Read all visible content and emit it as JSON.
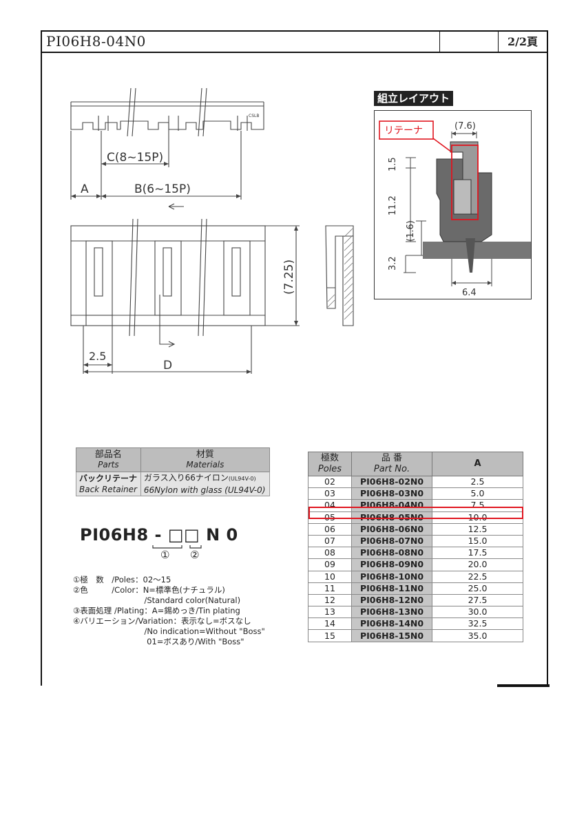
{
  "header": {
    "title": "PI06H8-04N0",
    "page": "2/2頁"
  },
  "drawing": {
    "dims": {
      "c_label": "C(8~15P)",
      "a_label": "A",
      "b_label": "B(6~15P)",
      "h_label": "(7.25)",
      "pitch_label": "2.5",
      "d_label": "D",
      "marking": "CSLB"
    }
  },
  "assembly": {
    "title": "組立レイアウト",
    "retainer_label": "リテーナ",
    "dims": {
      "top": "(7.6)",
      "v1": "1.5",
      "v2": "11.2",
      "v3": "(1.6)",
      "v4": "3.2",
      "bottom": "6.4"
    }
  },
  "parts_table": {
    "headers": [
      {
        "jp": "部品名",
        "en": "Parts"
      },
      {
        "jp": "材質",
        "en": "Materials"
      }
    ],
    "row": {
      "part_jp": "バックリテーナ",
      "part_en": "Back Retainer",
      "mat_jp": "ガラス入り66ナイロン",
      "mat_jp_small": "(UL94V-0)",
      "mat_en": "66Nylon with glass (UL94V-0)"
    }
  },
  "part_code": {
    "prefix": "PI06H8 - ",
    "boxes": "□□",
    "suffix_n": "N",
    "suffix_0": "0",
    "mark1": "①",
    "mark2": "②"
  },
  "notes": [
    "①極　数　/Poles：02～15",
    "②色　　　/Color：N=標準色(ナチュラル)",
    "　　　　　　　　　/Standard color(Natural)",
    "③表面処理 /Plating：A=錫めっき/Tin plating",
    "④バリエーション/Variation：表示なし=ボスなし",
    "　　　　　　　　　/No indication=Without \"Boss\"",
    "　　　　　　　　　 01=ボスあり/With \"Boss\""
  ],
  "poles_table": {
    "headers": {
      "poles_jp": "極数",
      "poles_en": "Poles",
      "part_jp": "品 番",
      "part_en": "Part No.",
      "a": "A"
    },
    "highlight_color": "#e0141e",
    "rows": [
      {
        "poles": "02",
        "part": "PI06H8-02N0",
        "a": "2.5"
      },
      {
        "poles": "03",
        "part": "PI06H8-03N0",
        "a": "5.0"
      },
      {
        "poles": "04",
        "part": "PI06H8-04N0",
        "a": "7.5"
      },
      {
        "poles": "05",
        "part": "PI06H8-05N0",
        "a": "10.0"
      },
      {
        "poles": "06",
        "part": "PI06H8-06N0",
        "a": "12.5"
      },
      {
        "poles": "07",
        "part": "PI06H8-07N0",
        "a": "15.0"
      },
      {
        "poles": "08",
        "part": "PI06H8-08N0",
        "a": "17.5"
      },
      {
        "poles": "09",
        "part": "PI06H8-09N0",
        "a": "20.0"
      },
      {
        "poles": "10",
        "part": "PI06H8-10N0",
        "a": "22.5"
      },
      {
        "poles": "11",
        "part": "PI06H8-11N0",
        "a": "25.0"
      },
      {
        "poles": "12",
        "part": "PI06H8-12N0",
        "a": "27.5"
      },
      {
        "poles": "13",
        "part": "PI06H8-13N0",
        "a": "30.0"
      },
      {
        "poles": "14",
        "part": "PI06H8-14N0",
        "a": "32.5"
      },
      {
        "poles": "15",
        "part": "PI06H8-15N0",
        "a": "35.0"
      }
    ]
  }
}
